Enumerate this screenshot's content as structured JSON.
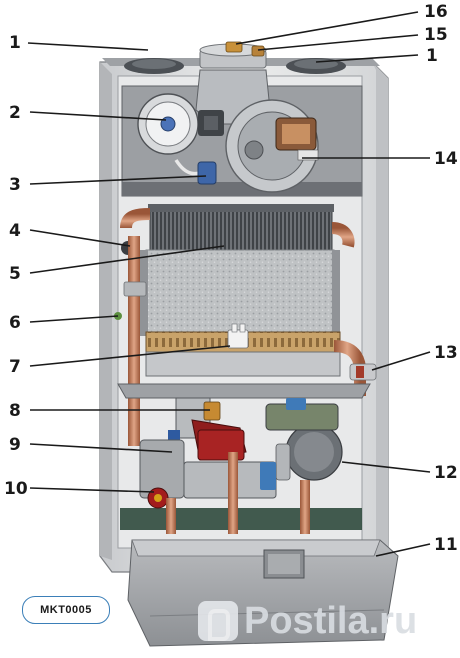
{
  "figure": {
    "code": "MKT0005",
    "watermark": "Postila.ru",
    "callouts": [
      "1",
      "2",
      "3",
      "4",
      "5",
      "6",
      "7",
      "8",
      "9",
      "10",
      "11",
      "12",
      "13",
      "14",
      "15",
      "16"
    ]
  },
  "colors": {
    "pipe_copper": "#c5805d",
    "case_grey": "#d9dadc",
    "panel_grey": "#a6a8ab",
    "valve_red": "#8f1d1d",
    "pump_grey": "#707479",
    "badge_outline": "#3b7fb8"
  }
}
